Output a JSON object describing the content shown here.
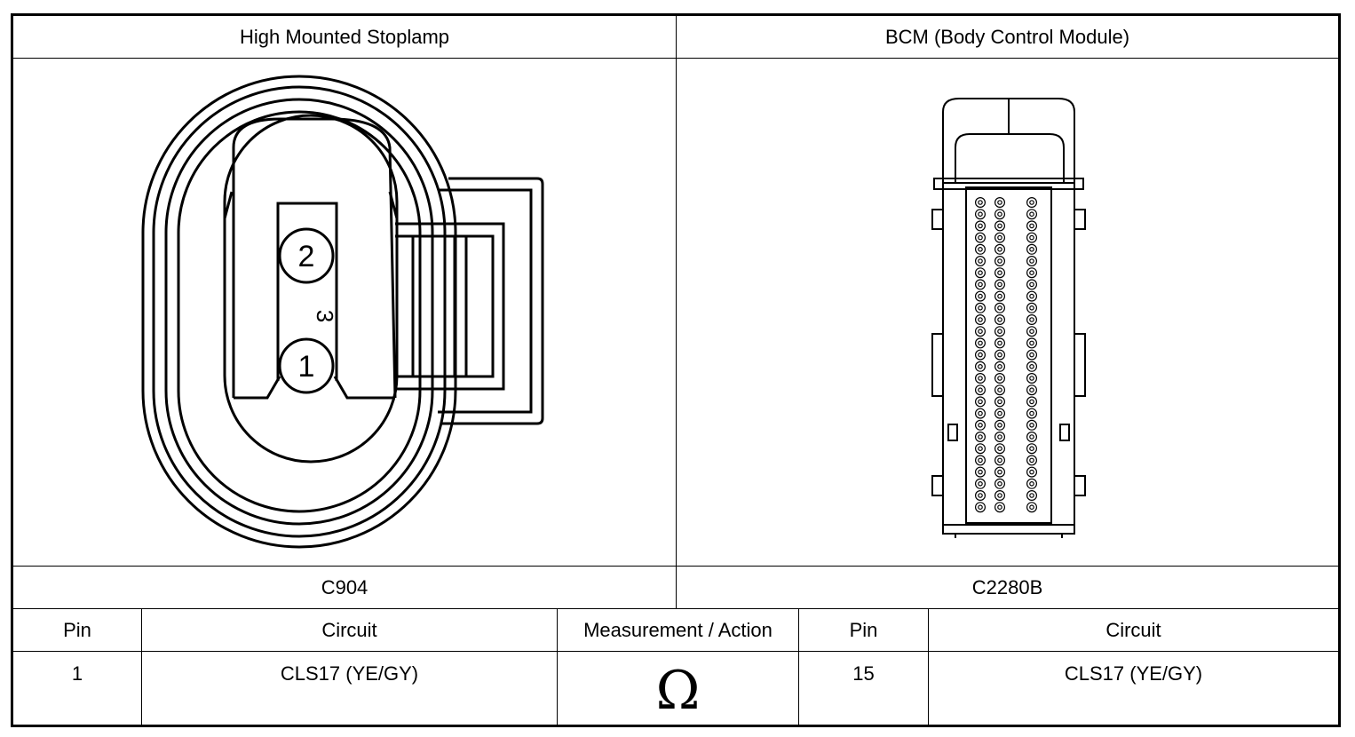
{
  "connectors": [
    {
      "component": "High Mounted Stoplamp",
      "connector_id": "C904",
      "pins": [
        {
          "label": "2"
        },
        {
          "label": "1"
        }
      ],
      "mark": "3"
    },
    {
      "component": "BCM (Body Control Module)",
      "connector_id": "C2280B"
    }
  ],
  "table": {
    "headers": {
      "pin_a": "Pin",
      "circuit_a": "Circuit",
      "measure": "Measurement / Action",
      "pin_b": "Pin",
      "circuit_b": "Circuit"
    },
    "rows": [
      {
        "pin_a": "1",
        "circuit_a": "CLS17 (YE/GY)",
        "measure_icon": "ohm-icon",
        "measure_symbol": "Ω",
        "pin_b": "15",
        "circuit_b": "CLS17 (YE/GY)"
      }
    ]
  }
}
